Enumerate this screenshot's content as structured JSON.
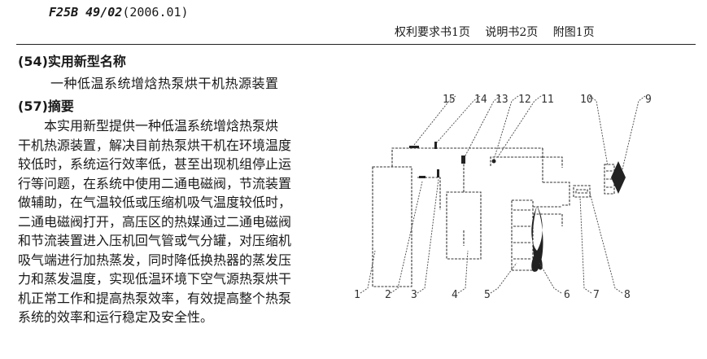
{
  "header": {
    "ipc_code": "F25B 49/02",
    "ipc_version": "(2006.01)",
    "pages": [
      "权利要求书1页",
      "说明书2页",
      "附图1页"
    ]
  },
  "section54": {
    "label": "(54)实用新型名称",
    "title": "一种低温系统增焓热泵烘干机热源装置"
  },
  "section57": {
    "label": "(57)摘要",
    "lines": [
      "本实用新型提供一种低温系统增焓热泵烘",
      "干机热源装置，解决目前热泵烘干机在环境温度",
      "较低时，系统运行效率低，甚至出现机组停止运",
      "行等问题，在系统中使用二通电磁阀，节流装置",
      "做辅助，在气温较低或压缩机吸气温度较低时，",
      "二通电磁阀打开，高压区的热媒通过二通电磁阀",
      "和节流装置进入压机回气管或气分罐，对压缩机",
      "吸气端进行加热蒸发，同时降低换热器的蒸发压",
      "力和蒸发温度，实现低温环境下空气源热泵烘干",
      "机正常工作和提高热泵效率，有效提高整个热泵",
      "系统的效率和运行稳定及安全性。"
    ]
  },
  "figure": {
    "labels": [
      "1",
      "2",
      "3",
      "4",
      "5",
      "6",
      "7",
      "8",
      "9",
      "10",
      "11",
      "12",
      "13",
      "14",
      "15"
    ]
  }
}
